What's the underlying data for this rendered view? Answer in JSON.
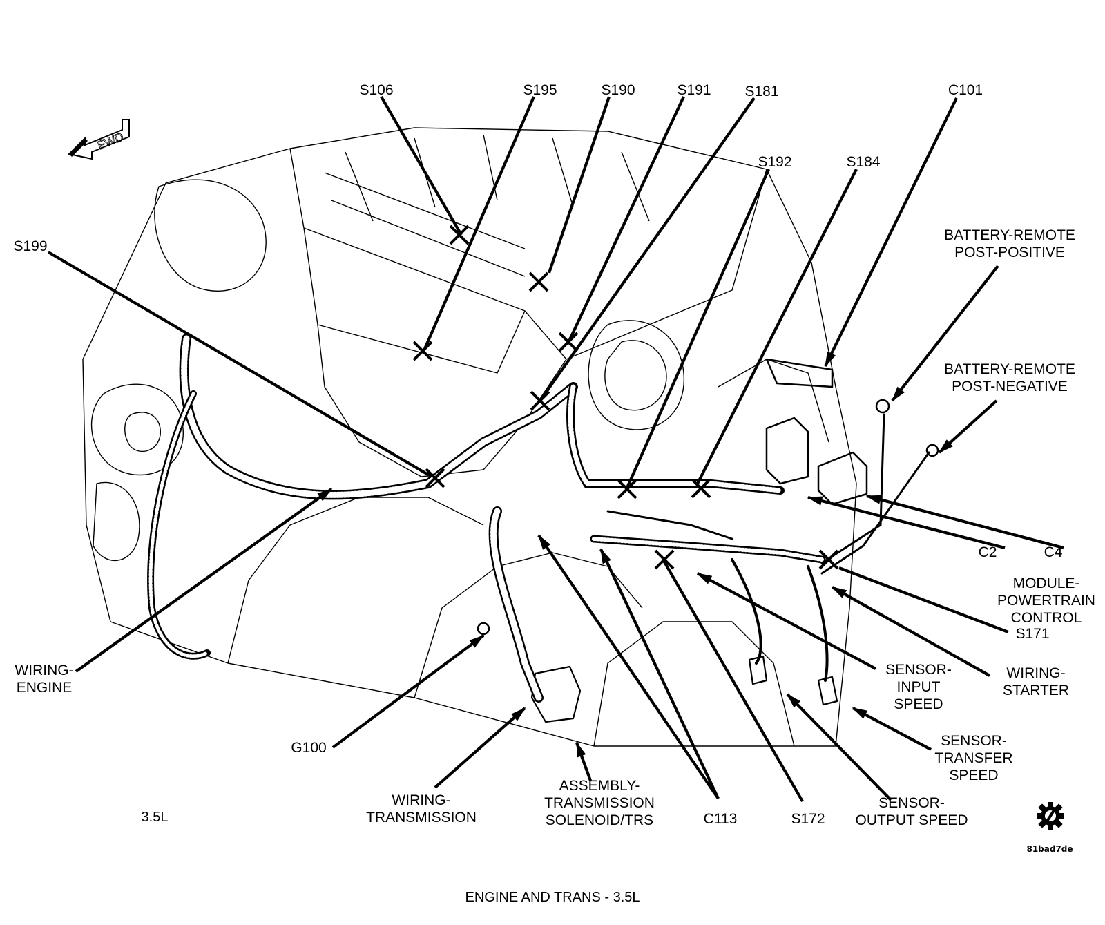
{
  "diagram": {
    "caption": "ENGINE AND TRANS - 3.5L",
    "variant_label": "3.5L",
    "image_id": "81bad7de",
    "orientation_arrow": "FWD",
    "callouts": [
      {
        "id": "s106",
        "lines": [
          "S106"
        ],
        "kind": "splice"
      },
      {
        "id": "s195",
        "lines": [
          "S195"
        ],
        "kind": "splice"
      },
      {
        "id": "s190",
        "lines": [
          "S190"
        ],
        "kind": "splice"
      },
      {
        "id": "s191",
        "lines": [
          "S191"
        ],
        "kind": "splice"
      },
      {
        "id": "s181",
        "lines": [
          "S181"
        ],
        "kind": "splice"
      },
      {
        "id": "c101",
        "lines": [
          "C101"
        ],
        "kind": "connector"
      },
      {
        "id": "s192",
        "lines": [
          "S192"
        ],
        "kind": "splice"
      },
      {
        "id": "s184",
        "lines": [
          "S184"
        ],
        "kind": "splice"
      },
      {
        "id": "s199",
        "lines": [
          "S199"
        ],
        "kind": "splice"
      },
      {
        "id": "batt-pos",
        "lines": [
          "BATTERY-REMOTE",
          "POST-POSITIVE"
        ],
        "kind": "component"
      },
      {
        "id": "batt-neg",
        "lines": [
          "BATTERY-REMOTE",
          "POST-NEGATIVE"
        ],
        "kind": "component"
      },
      {
        "id": "c2",
        "lines": [
          "C2"
        ],
        "kind": "connector"
      },
      {
        "id": "c4",
        "lines": [
          "C4"
        ],
        "kind": "connector"
      },
      {
        "id": "pcm",
        "lines": [
          "MODULE-",
          "POWERTRAIN",
          "CONTROL"
        ],
        "kind": "component"
      },
      {
        "id": "s171",
        "lines": [
          "S171"
        ],
        "kind": "splice"
      },
      {
        "id": "wiring-starter",
        "lines": [
          "WIRING-",
          "STARTER"
        ],
        "kind": "harness"
      },
      {
        "id": "sensor-input",
        "lines": [
          "SENSOR-",
          "INPUT",
          "SPEED"
        ],
        "kind": "component"
      },
      {
        "id": "sensor-transfer",
        "lines": [
          "SENSOR-",
          "TRANSFER",
          "SPEED"
        ],
        "kind": "component"
      },
      {
        "id": "sensor-output",
        "lines": [
          "SENSOR-",
          "OUTPUT SPEED"
        ],
        "kind": "component"
      },
      {
        "id": "s172",
        "lines": [
          "S172"
        ],
        "kind": "splice"
      },
      {
        "id": "c113",
        "lines": [
          "C113"
        ],
        "kind": "connector"
      },
      {
        "id": "trans-solenoid",
        "lines": [
          "ASSEMBLY-",
          "TRANSMISSION",
          "SOLENOID/TRS"
        ],
        "kind": "component"
      },
      {
        "id": "wiring-trans",
        "lines": [
          "WIRING-",
          "TRANSMISSION"
        ],
        "kind": "harness"
      },
      {
        "id": "g100",
        "lines": [
          "G100"
        ],
        "kind": "ground"
      },
      {
        "id": "wiring-engine",
        "lines": [
          "WIRING-",
          "ENGINE"
        ],
        "kind": "harness"
      }
    ]
  }
}
